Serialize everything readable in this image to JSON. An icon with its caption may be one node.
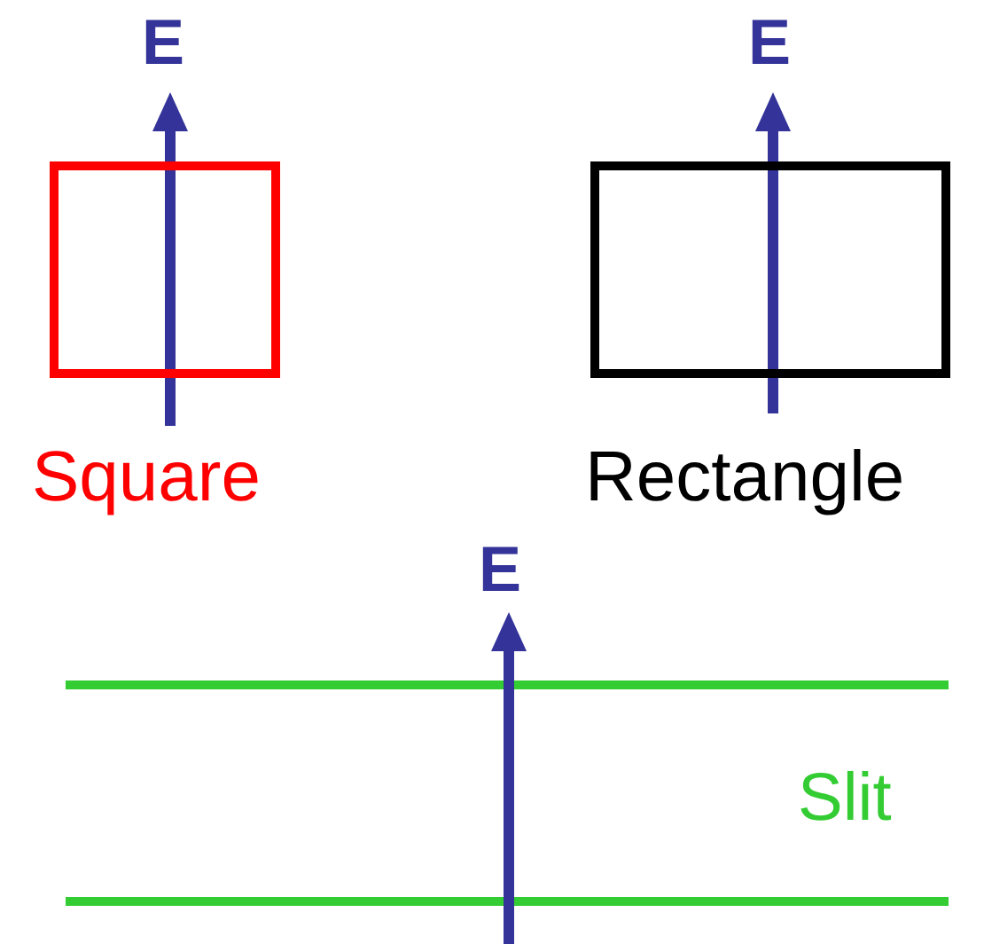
{
  "diagram": {
    "nodes": [
      {
        "text": [
          "Square"
        ]
      },
      {
        "text": [
          "Rectangle"
        ]
      }
    ],
    "labels": [
      "E",
      "E",
      "E",
      "Slit"
    ]
  }
}
